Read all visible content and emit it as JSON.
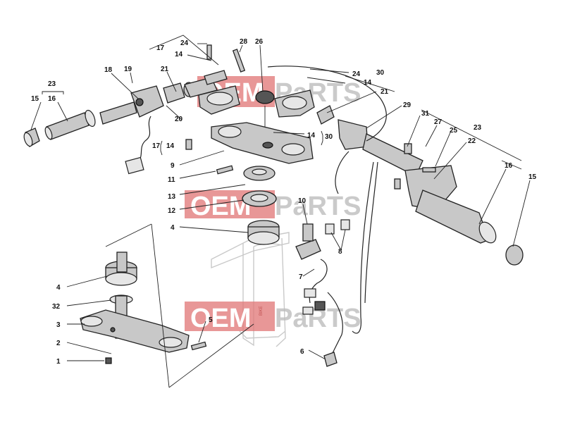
{
  "watermark": {
    "brand_left": "OEM",
    "brand_right": "PaRTS",
    "small": "BIKE"
  },
  "callouts": [
    {
      "id": "c15a",
      "text": "15"
    },
    {
      "id": "c23a",
      "text": "23"
    },
    {
      "id": "c16a",
      "text": "16"
    },
    {
      "id": "c18",
      "text": "18"
    },
    {
      "id": "c19",
      "text": "19"
    },
    {
      "id": "c17a",
      "text": "17"
    },
    {
      "id": "c24a",
      "text": "24"
    },
    {
      "id": "c14a",
      "text": "14"
    },
    {
      "id": "c28",
      "text": "28"
    },
    {
      "id": "c26",
      "text": "26"
    },
    {
      "id": "c21a",
      "text": "21"
    },
    {
      "id": "c20",
      "text": "20"
    },
    {
      "id": "c17b",
      "text": "17"
    },
    {
      "id": "c14b",
      "text": "14"
    },
    {
      "id": "c24b",
      "text": "24"
    },
    {
      "id": "c30a",
      "text": "30"
    },
    {
      "id": "c14c",
      "text": "14"
    },
    {
      "id": "c21b",
      "text": "21"
    },
    {
      "id": "c14d",
      "text": "14"
    },
    {
      "id": "c30b",
      "text": "30"
    },
    {
      "id": "c29",
      "text": "29"
    },
    {
      "id": "c9",
      "text": "9"
    },
    {
      "id": "c11",
      "text": "11"
    },
    {
      "id": "c13",
      "text": "13"
    },
    {
      "id": "c12",
      "text": "12"
    },
    {
      "id": "c4a",
      "text": "4"
    },
    {
      "id": "c10",
      "text": "10"
    },
    {
      "id": "c31",
      "text": "31"
    },
    {
      "id": "c27",
      "text": "27"
    },
    {
      "id": "c25",
      "text": "25"
    },
    {
      "id": "c23b",
      "text": "23"
    },
    {
      "id": "c22",
      "text": "22"
    },
    {
      "id": "c16b",
      "text": "16"
    },
    {
      "id": "c15b",
      "text": "15"
    },
    {
      "id": "c8",
      "text": "8"
    },
    {
      "id": "c7",
      "text": "7"
    },
    {
      "id": "c4b",
      "text": "4"
    },
    {
      "id": "c32",
      "text": "32"
    },
    {
      "id": "c3",
      "text": "3"
    },
    {
      "id": "c5",
      "text": "5"
    },
    {
      "id": "c2",
      "text": "2"
    },
    {
      "id": "c1",
      "text": "1"
    },
    {
      "id": "c6",
      "text": "6"
    }
  ]
}
